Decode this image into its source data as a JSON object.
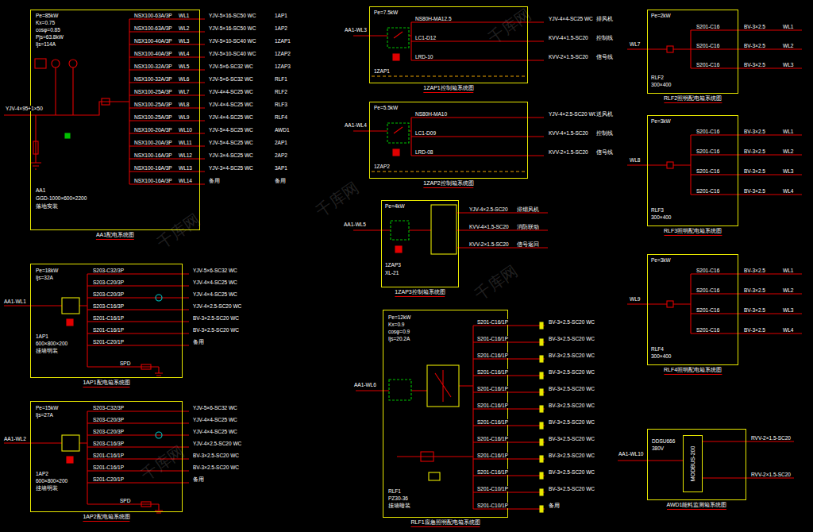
{
  "diagram": {
    "nodes": [
      {
        "text": [
          "AA1配电系统图"
        ]
      },
      {
        "text": [
          "1AP1配电箱系统图"
        ]
      },
      {
        "text": [
          "1AP2配电箱系统图"
        ]
      },
      {
        "text": [
          "1ZAP1控制箱系统图"
        ]
      },
      {
        "text": [
          "1ZAP2控制箱系统图"
        ]
      },
      {
        "text": [
          "1ZAP3控制箱系统图"
        ]
      },
      {
        "text": [
          "RLF1应急照明配电箱系统图"
        ]
      },
      {
        "text": [
          "RLF2照明配电箱系统图"
        ]
      },
      {
        "text": [
          "RLF3照明配电箱系统图"
        ]
      },
      {
        "text": [
          "RLF4照明配电箱系统图"
        ]
      },
      {
        "text": [
          "AWD1能耗监测箱系统图"
        ]
      },
      {
        "text": [
          "MODBUS-200"
        ],
        "in": 10
      }
    ],
    "labels": [
      "Pe=85kW",
      "Kx=0.75",
      "cosφ=0.85",
      "Pjs=63.8kW",
      "Ijs=114A",
      "YJV-4×95+1×50",
      "AA1",
      "GGD-1000×600×2200",
      "落地安装",
      "NSX100-63A/3P",
      "NSX100-63A/3P",
      "NSX100-40A/3P",
      "NSX100-40A/3P",
      "NSX100-32A/3P",
      "NSX100-32A/3P",
      "NSX100-25A/3P",
      "NSX100-25A/3P",
      "NSX100-25A/3P",
      "NSX100-20A/3P",
      "NSX100-20A/3P",
      "NSX100-16A/3P",
      "NSX100-16A/3P",
      "NSX100-16A/3P",
      "WL1",
      "WL2",
      "WL3",
      "WL4",
      "WL5",
      "WL6",
      "WL7",
      "WL8",
      "WL9",
      "WL10",
      "WL11",
      "WL12",
      "WL13",
      "WL14",
      "YJV-5×16-SC50 WC",
      "YJV-5×16-SC50 WC",
      "YJV-5×10-SC40 WC",
      "YJV-5×10-SC40 WC",
      "YJV-5×6-SC32 WC",
      "YJV-5×6-SC32 WC",
      "YJV-4×4-SC25 WC",
      "YJV-4×4-SC25 WC",
      "YJV-4×4-SC25 WC",
      "YJV-5×4-SC25 WC",
      "YJV-5×4-SC25 WC",
      "YJV-3×4-SC25 WC",
      "YJV-3×4-SC25 WC",
      "备用",
      "1AP1",
      "1AP2",
      "1ZAP1",
      "1ZAP2",
      "1ZAP3",
      "RLF1",
      "RLF2",
      "RLF3",
      "RLF4",
      "AWD1",
      "2AP1",
      "2AP2",
      "3AP1",
      "备用",
      "Pe=18kW",
      "Ijs=32A",
      "AA1-WL1",
      "1AP1",
      "600×800×200",
      "挂墙明装",
      "S203-C32/3P",
      "S203-C20/3P",
      "S203-C20/3P",
      "S203-C16/3P",
      "S201-C16/1P",
      "S201-C16/1P",
      "S201-C20/1P",
      "YJV-5×6-SC32 WC",
      "YJV-4×4-SC25 WC",
      "YJV-4×4-SC25 WC",
      "YJV-4×2.5-SC20 WC",
      "BV-3×2.5-SC20 WC",
      "BV-3×2.5-SC20 WC",
      "备用",
      "SPD",
      "Pe=15kW",
      "Ijs=27A",
      "AA1-WL2",
      "1AP2",
      "600×800×200",
      "挂墙明装",
      "S203-C32/3P",
      "S203-C20/3P",
      "S203-C20/3P",
      "S203-C16/3P",
      "S201-C16/1P",
      "S201-C16/1P",
      "S201-C20/1P",
      "YJV-5×6-SC32 WC",
      "YJV-4×4-SC25 WC",
      "YJV-4×4-SC25 WC",
      "YJV-4×2.5-SC20 WC",
      "BV-3×2.5-SC20 WC",
      "BV-3×2.5-SC20 WC",
      "备用",
      "SPD",
      "Pe=7.5kW",
      "AA1-WL3",
      "NS80H-MA12.5",
      "LC1-D12",
      "LRD-10",
      "YJV-4×4-SC25 WC",
      "KVV-4×1.5-SC20",
      "KVV-2×1.5-SC20",
      "排风机",
      "控制线",
      "信号线",
      "1ZAP1",
      "Pe=5.5kW",
      "AA1-WL4",
      "NS80H-MA10",
      "LC1-D09",
      "LRD-08",
      "YJV-4×2.5-SC20 WC",
      "KVV-4×1.5-SC20",
      "KVV-2×1.5-SC20",
      "送风机",
      "控制线",
      "信号线",
      "1ZAP2",
      "Pe=4kW",
      "AA1-WL5",
      "YJV-4×2.5-SC20",
      "KVV-4×1.5-SC20",
      "KVV-2×1.5-SC20",
      "排烟风机",
      "消防联动",
      "信号返回",
      "1ZAP3",
      "XL-21",
      "Pe=12kW",
      "Kx=0.9",
      "cosφ=0.9",
      "Ijs=20.2A",
      "AA1-WL6",
      "S201-C16/1P",
      "S201-C16/1P",
      "S201-C16/1P",
      "S201-C16/1P",
      "S201-C16/1P",
      "S201-C16/1P",
      "S201-C16/1P",
      "S201-C16/1P",
      "S201-C16/1P",
      "S201-C16/1P",
      "S201-C10/1P",
      "S201-C10/1P",
      "BV-3×2.5-SC20 WC",
      "BV-3×2.5-SC20 WC",
      "BV-3×2.5-SC20 WC",
      "BV-3×2.5-SC20 WC",
      "BV-3×2.5-SC20 WC",
      "BV-3×2.5-SC20 WC",
      "BV-3×2.5-SC20 WC",
      "BV-3×2.5-SC20 WC",
      "BV-3×2.5-SC20 WC",
      "BV-3×2.5-SC20 WC",
      "BV-3×2.5-SC20 WC",
      "备用",
      "RLF1",
      "PZ30-36",
      "挂墙暗装",
      "Pe=2kW",
      "WL7",
      "S201-C16",
      "S201-C16",
      "S201-C16",
      "BV-3×2.5",
      "BV-3×2.5",
      "BV-3×2.5",
      "WL1",
      "WL2",
      "WL3",
      "RLF2",
      "300×400",
      "Pe=3kW",
      "WL8",
      "S201-C16",
      "S201-C16",
      "S201-C16",
      "S201-C16",
      "BV-3×2.5",
      "BV-3×2.5",
      "BV-3×2.5",
      "BV-3×2.5",
      "WL1",
      "WL2",
      "WL3",
      "WL4",
      "RLF3",
      "300×400",
      "Pe=3kW",
      "WL9",
      "S201-C16",
      "S201-C16",
      "S201-C16",
      "S201-C16",
      "BV-3×2.5",
      "BV-3×2.5",
      "BV-3×2.5",
      "BV-3×2.5",
      "WL1",
      "WL2",
      "WL3",
      "WL4",
      "RLF4",
      "300×400",
      "DDSU666",
      "380V",
      "AA1-WL10",
      "RVV-2×1.5-SC20",
      "RVV-2×1.5-SC20",
      "千库网",
      "千库网",
      "千库网",
      "千库网",
      "千库网"
    ]
  }
}
